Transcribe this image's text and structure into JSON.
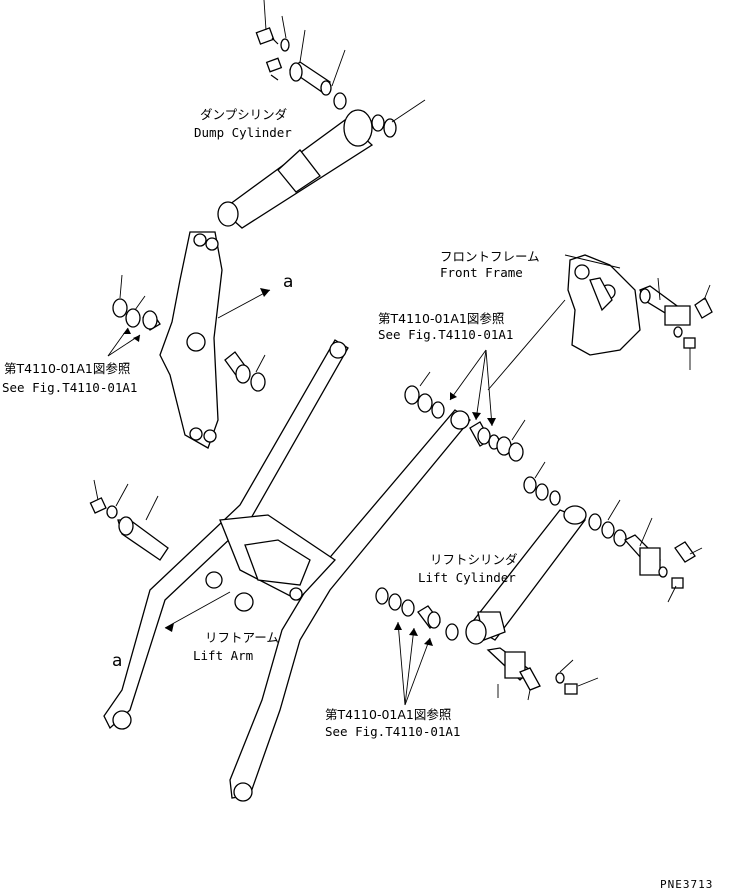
{
  "labels": {
    "dump_cylinder_jp": "ダンプシリンダ",
    "dump_cylinder_en": "Dump Cylinder",
    "front_frame_jp": "フロントフレーム",
    "front_frame_en": "Front Frame",
    "lift_cylinder_jp": "リフトシリンダ",
    "lift_cylinder_en": "Lift Cylinder",
    "lift_arm_jp": "リフトアーム",
    "lift_arm_en": "Lift Arm",
    "ref_left_jp": "第T4110-01A1図参照",
    "ref_left_en": "See Fig.T4110-01A1",
    "ref_right_jp": "第T4110-01A1図参照",
    "ref_right_en": "See Fig.T4110-01A1",
    "ref_bottom_jp": "第T4110-01A1図参照",
    "ref_bottom_en": "See Fig.T4110-01A1",
    "marker_a_top": "a",
    "marker_a_bottom": "a"
  },
  "figure_code": "PNE3713"
}
